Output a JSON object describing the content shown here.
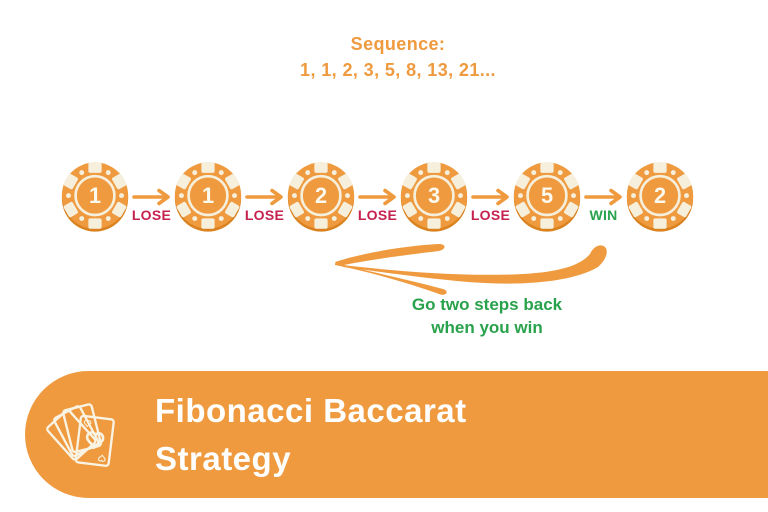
{
  "colors": {
    "orange": "#EF9A3E",
    "orange-dark": "#D9821F",
    "cream": "#F5EFDC",
    "chip-number": "#FCF9EE",
    "lose-red": "#C6224E",
    "win-green": "#29A24C",
    "title-white": "#FFFFFF",
    "icon-cream": "#F9F3E3"
  },
  "sequence": {
    "title": "Sequence:",
    "values": "1, 1, 2, 3, 5, 8, 13, 21..."
  },
  "diagram": {
    "chips": [
      "1",
      "1",
      "2",
      "3",
      "5",
      "2"
    ],
    "transitions": [
      {
        "label": "LOSE",
        "type": "lose"
      },
      {
        "label": "LOSE",
        "type": "lose"
      },
      {
        "label": "LOSE",
        "type": "lose"
      },
      {
        "label": "LOSE",
        "type": "lose"
      },
      {
        "label": "WIN",
        "type": "win"
      }
    ],
    "note_line1": "Go two steps back",
    "note_line2": "when you win"
  },
  "banner": {
    "title_line1": "Fibonacci Baccarat",
    "title_line2": "Strategy"
  }
}
